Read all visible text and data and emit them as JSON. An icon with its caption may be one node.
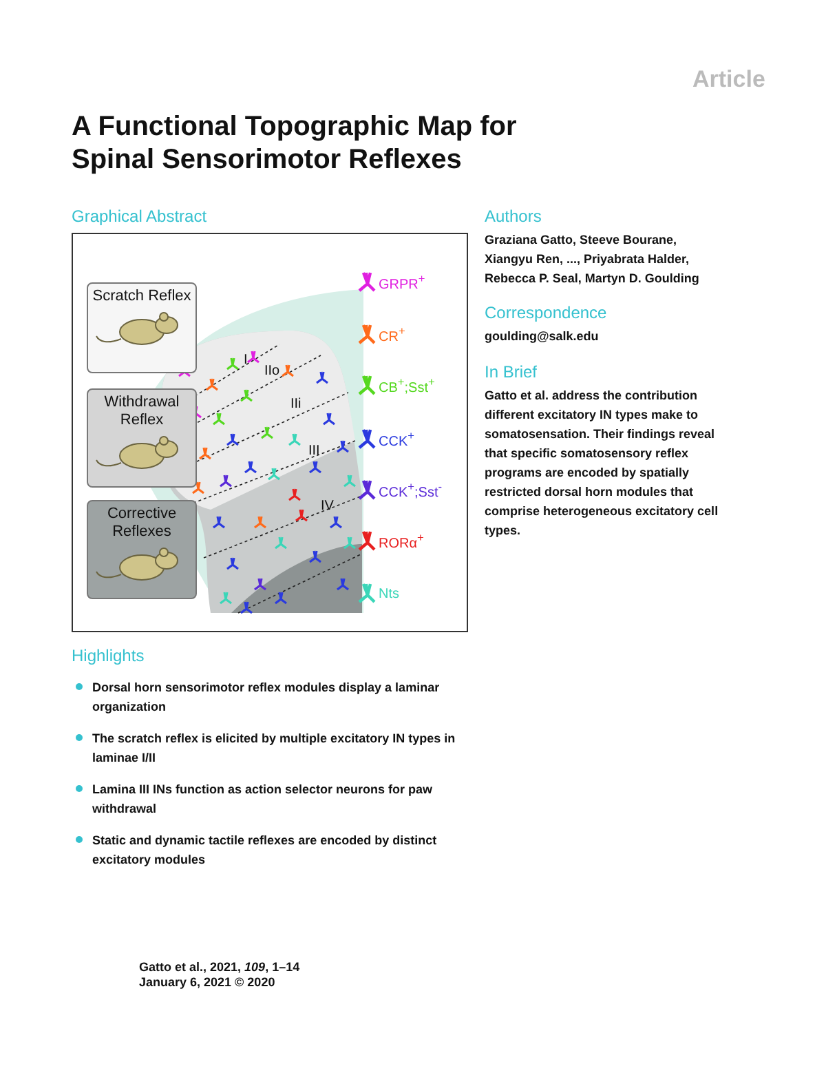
{
  "diagram": {
    "title": "A Functional Topographic Map for Spinal Sensorimotor Reflexes",
    "nodes": [
      {
        "text": [
          "Scratch Reflex"
        ]
      },
      {
        "text": [
          "Withdrawal Reflex"
        ]
      },
      {
        "text": [
          "Corrective Reflexes"
        ]
      }
    ],
    "edges": [],
    "labels": [
      "Article",
      "Graphical Abstract",
      "I",
      "IIo",
      "IIi",
      "III",
      "IV",
      "Authors",
      "Graziana Gatto, Steeve Bourane, Xiangyu Ren, ..., Priyabrata Halder, Rebecca P. Seal, Martyn D. Goulding",
      "Correspondence",
      "goulding@salk.edu",
      "In Brief",
      "Gatto et al. address the contribution different excitatory IN types make to somatosensation. Their findings reveal that specific somatosensory reflex programs are encoded by spatially restricted dorsal horn modules that comprise heterogeneous excitatory cell types.",
      "Highlights",
      "Dorsal horn sensorimotor reflex modules display a laminar organization",
      "The scratch reflex is elicited by multiple excitatory IN types in laminae I/II",
      "Lamina III INs function as action selector neurons for paw withdrawal",
      "Static and dynamic tactile reflexes are encoded by distinct excitatory modules",
      "Gatto et al., 2021, *109*, 1–14",
      "January 6, 2021 © 2020"
    ],
    "legend": [
      {
        "text": "GRPR$^{+}$",
        "color": "#e020e0"
      },
      {
        "text": "CR$^{+}$",
        "color": "#ff6a1a"
      },
      {
        "text": "CB$^{+}$;Sst$^{+}$",
        "color": "#55d820"
      },
      {
        "text": "CCK$^{+}$",
        "color": "#2a3adf"
      },
      {
        "text": "CCK$^{+}$;Sst$^{-}$",
        "color": "#5a2ad8"
      },
      {
        "text": "RORα$^{+}$",
        "color": "#e82020"
      },
      {
        "text": "Nts",
        "color": "#3ad6b8"
      }
    ]
  }
}
